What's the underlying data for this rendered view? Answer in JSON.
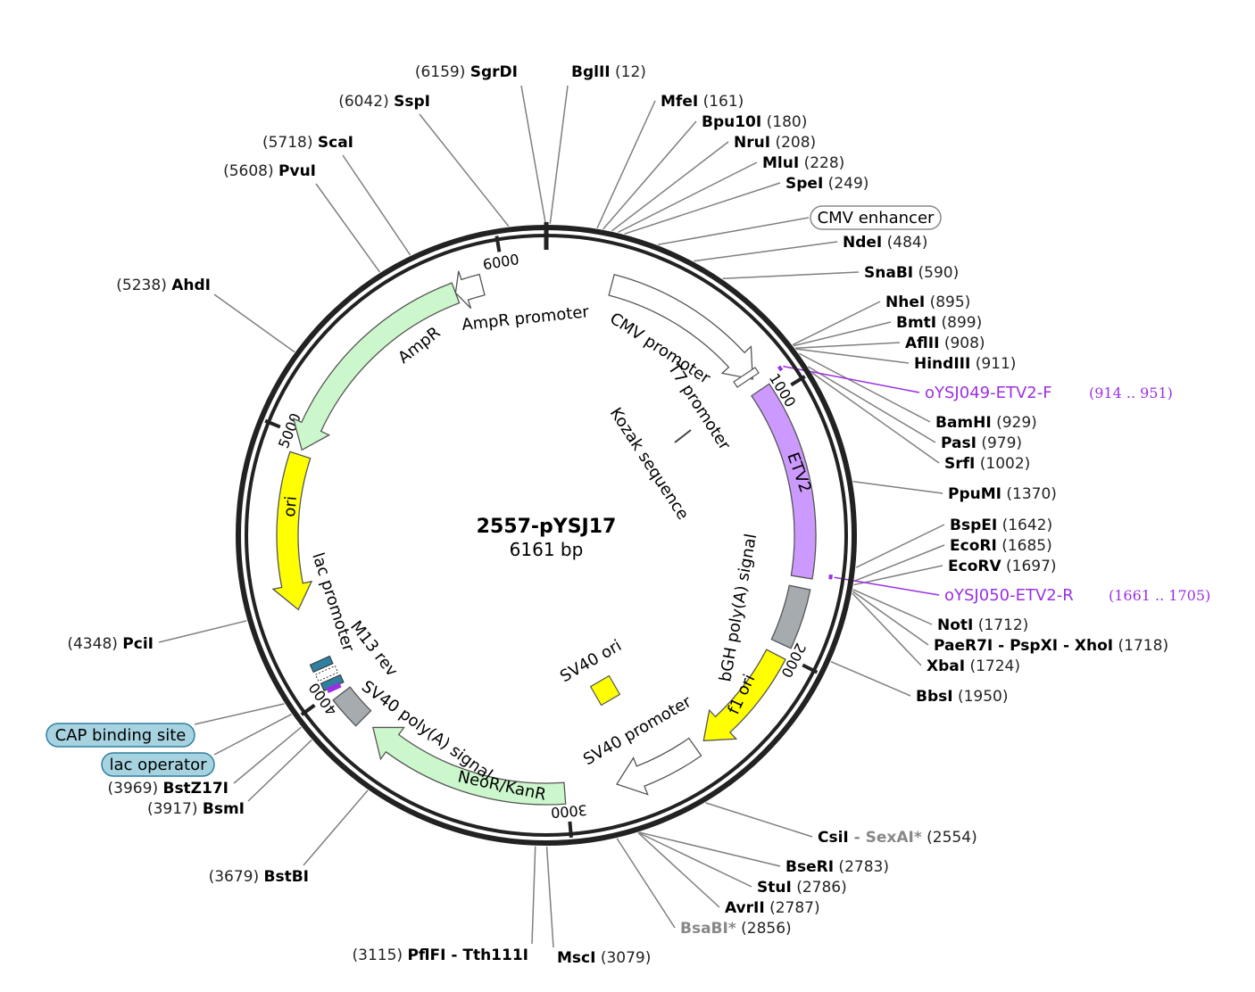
{
  "plasmid": {
    "name": "2557-pYSJ17",
    "length_label": "6161 bp",
    "length": 6161
  },
  "colors": {
    "backbone": "#222222",
    "leader": "#7f7f7f",
    "primer": "#9b30e0",
    "amp": "#ccf7cc",
    "etv2": "#cc99ff",
    "ori": "#ffff00",
    "polyA": "#a6abb0",
    "promoter": "#ffffff",
    "lac_operator": "#a7d3e0",
    "cap_site": "#2f7fa0"
  },
  "ticks": [
    {
      "pos": 1000,
      "label": "1000"
    },
    {
      "pos": 2000,
      "label": "2000"
    },
    {
      "pos": 3000,
      "label": "3000"
    },
    {
      "pos": 4000,
      "label": "4000"
    },
    {
      "pos": 5000,
      "label": "5000"
    },
    {
      "pos": 6000,
      "label": "6000"
    }
  ],
  "features": [
    {
      "label": "CMV promoter",
      "start": 250,
      "end": 905,
      "kind": "arrow",
      "color": "#ffffff"
    },
    {
      "label": "AmpR promoter",
      "start": 5810,
      "end": 5915,
      "kind": "arrow-rev",
      "color": "#ffffff"
    },
    {
      "label": "AmpR",
      "start": 4950,
      "end": 5810,
      "kind": "arrow-rev",
      "color": "#ccf7cc"
    },
    {
      "label": "ori",
      "start": 4335,
      "end": 4930,
      "kind": "arrow-rev",
      "color": "#ffff00"
    },
    {
      "label": "ETV2",
      "start": 955,
      "end": 1700,
      "kind": "box",
      "color": "#cc99ff"
    },
    {
      "label": "bGH poly(A) signal",
      "start": 1740,
      "end": 1965,
      "kind": "box",
      "color": "#a6abb0"
    },
    {
      "label": "f1 ori",
      "start": 2010,
      "end": 2440,
      "kind": "arrow",
      "color": "#ffff00"
    },
    {
      "label": "SV40 promoter",
      "start": 2480,
      "end": 2810,
      "kind": "arrow",
      "color": "#ffffff"
    },
    {
      "label": "NeoR/KanR",
      "start": 3010,
      "end": 3800,
      "kind": "arrow",
      "color": "#ccf7cc"
    },
    {
      "label": "SV40 poly(A) signal",
      "start": 3850,
      "end": 3975,
      "kind": "box",
      "color": "#a6abb0"
    }
  ],
  "inner_labels": [
    "CMV promoter",
    "T7 promoter",
    "Kozak sequence",
    "AmpR promoter",
    "AmpR",
    "ori",
    "ETV2",
    "bGH poly(A) signal",
    "f1 ori",
    "SV40 promoter",
    "NeoR/KanR",
    "SV40 poly(A) signal",
    "SV40 ori",
    "lac promoter",
    "M13 rev"
  ],
  "boxed_labels": [
    {
      "label": "CMV enhancer"
    },
    {
      "label": "CAP binding site"
    },
    {
      "label": "lac operator"
    }
  ],
  "sites": [
    {
      "name": "BglII",
      "pos": "(12)",
      "bp": 12
    },
    {
      "name": "MfeI",
      "pos": "(161)",
      "bp": 161
    },
    {
      "name": "Bpu10I",
      "pos": "(180)",
      "bp": 180
    },
    {
      "name": "NruI",
      "pos": "(208)",
      "bp": 208
    },
    {
      "name": "MluI",
      "pos": "(228)",
      "bp": 228
    },
    {
      "name": "SpeI",
      "pos": "(249)",
      "bp": 249
    },
    {
      "name": "NdeI",
      "pos": "(484)",
      "bp": 484
    },
    {
      "name": "SnaBI",
      "pos": "(590)",
      "bp": 590
    },
    {
      "name": "NheI",
      "pos": "(895)",
      "bp": 895
    },
    {
      "name": "BmtI",
      "pos": "(899)",
      "bp": 899
    },
    {
      "name": "AflII",
      "pos": "(908)",
      "bp": 908
    },
    {
      "name": "HindIII",
      "pos": "(911)",
      "bp": 911
    },
    {
      "name": "BamHI",
      "pos": "(929)",
      "bp": 929
    },
    {
      "name": "PasI",
      "pos": "(979)",
      "bp": 979
    },
    {
      "name": "SrfI",
      "pos": "(1002)",
      "bp": 1002
    },
    {
      "name": "PpuMI",
      "pos": "(1370)",
      "bp": 1370
    },
    {
      "name": "BspEI",
      "pos": "(1642)",
      "bp": 1642
    },
    {
      "name": "EcoRI",
      "pos": "(1685)",
      "bp": 1685
    },
    {
      "name": "EcoRV",
      "pos": "(1697)",
      "bp": 1697
    },
    {
      "name": "NotI",
      "pos": "(1712)",
      "bp": 1712
    },
    {
      "name": "PaeR7I - PspXI - XhoI",
      "pos": "(1718)",
      "bp": 1718
    },
    {
      "name": "XbaI",
      "pos": "(1724)",
      "bp": 1724
    },
    {
      "name": "BbsI",
      "pos": "(1950)",
      "bp": 1950
    },
    {
      "name": "CsiI",
      "sub": "- SexAI*",
      "pos": "(2554)",
      "bp": 2554
    },
    {
      "name": "BseRI",
      "pos": "(2783)",
      "bp": 2783
    },
    {
      "name": "StuI",
      "pos": "(2786)",
      "bp": 2786
    },
    {
      "name": "AvrII",
      "pos": "(2787)",
      "bp": 2787
    },
    {
      "name": "BsaBI*",
      "pos": "(2856)",
      "bp": 2856,
      "gray": true
    },
    {
      "name": "MscI",
      "pos": "(3079)",
      "bp": 3079
    },
    {
      "name": "PflFI - Tth111I",
      "pos": "(3115)",
      "bp": 3115
    },
    {
      "name": "BstBI",
      "pos": "(3679)",
      "bp": 3679
    },
    {
      "name": "BsmI",
      "pos": "(3917)",
      "bp": 3917
    },
    {
      "name": "BstZ17I",
      "pos": "(3969)",
      "bp": 3969
    },
    {
      "name": "PciI",
      "pos": "(4348)",
      "bp": 4348
    },
    {
      "name": "AhdI",
      "pos": "(5238)",
      "bp": 5238
    },
    {
      "name": "PvuI",
      "pos": "(5608)",
      "bp": 5608
    },
    {
      "name": "ScaI",
      "pos": "(5718)",
      "bp": 5718
    },
    {
      "name": "SspI",
      "pos": "(6042)",
      "bp": 6042
    },
    {
      "name": "SgrDI",
      "pos": "(6159)",
      "bp": 6159
    }
  ],
  "primers": [
    {
      "name": "oYSJ049-ETV2-F",
      "range": "(914 .. 951)",
      "start": 914,
      "end": 951
    },
    {
      "name": "oYSJ050-ETV2-R",
      "range": "(1661 .. 1705)",
      "start": 1661,
      "end": 1705
    }
  ]
}
